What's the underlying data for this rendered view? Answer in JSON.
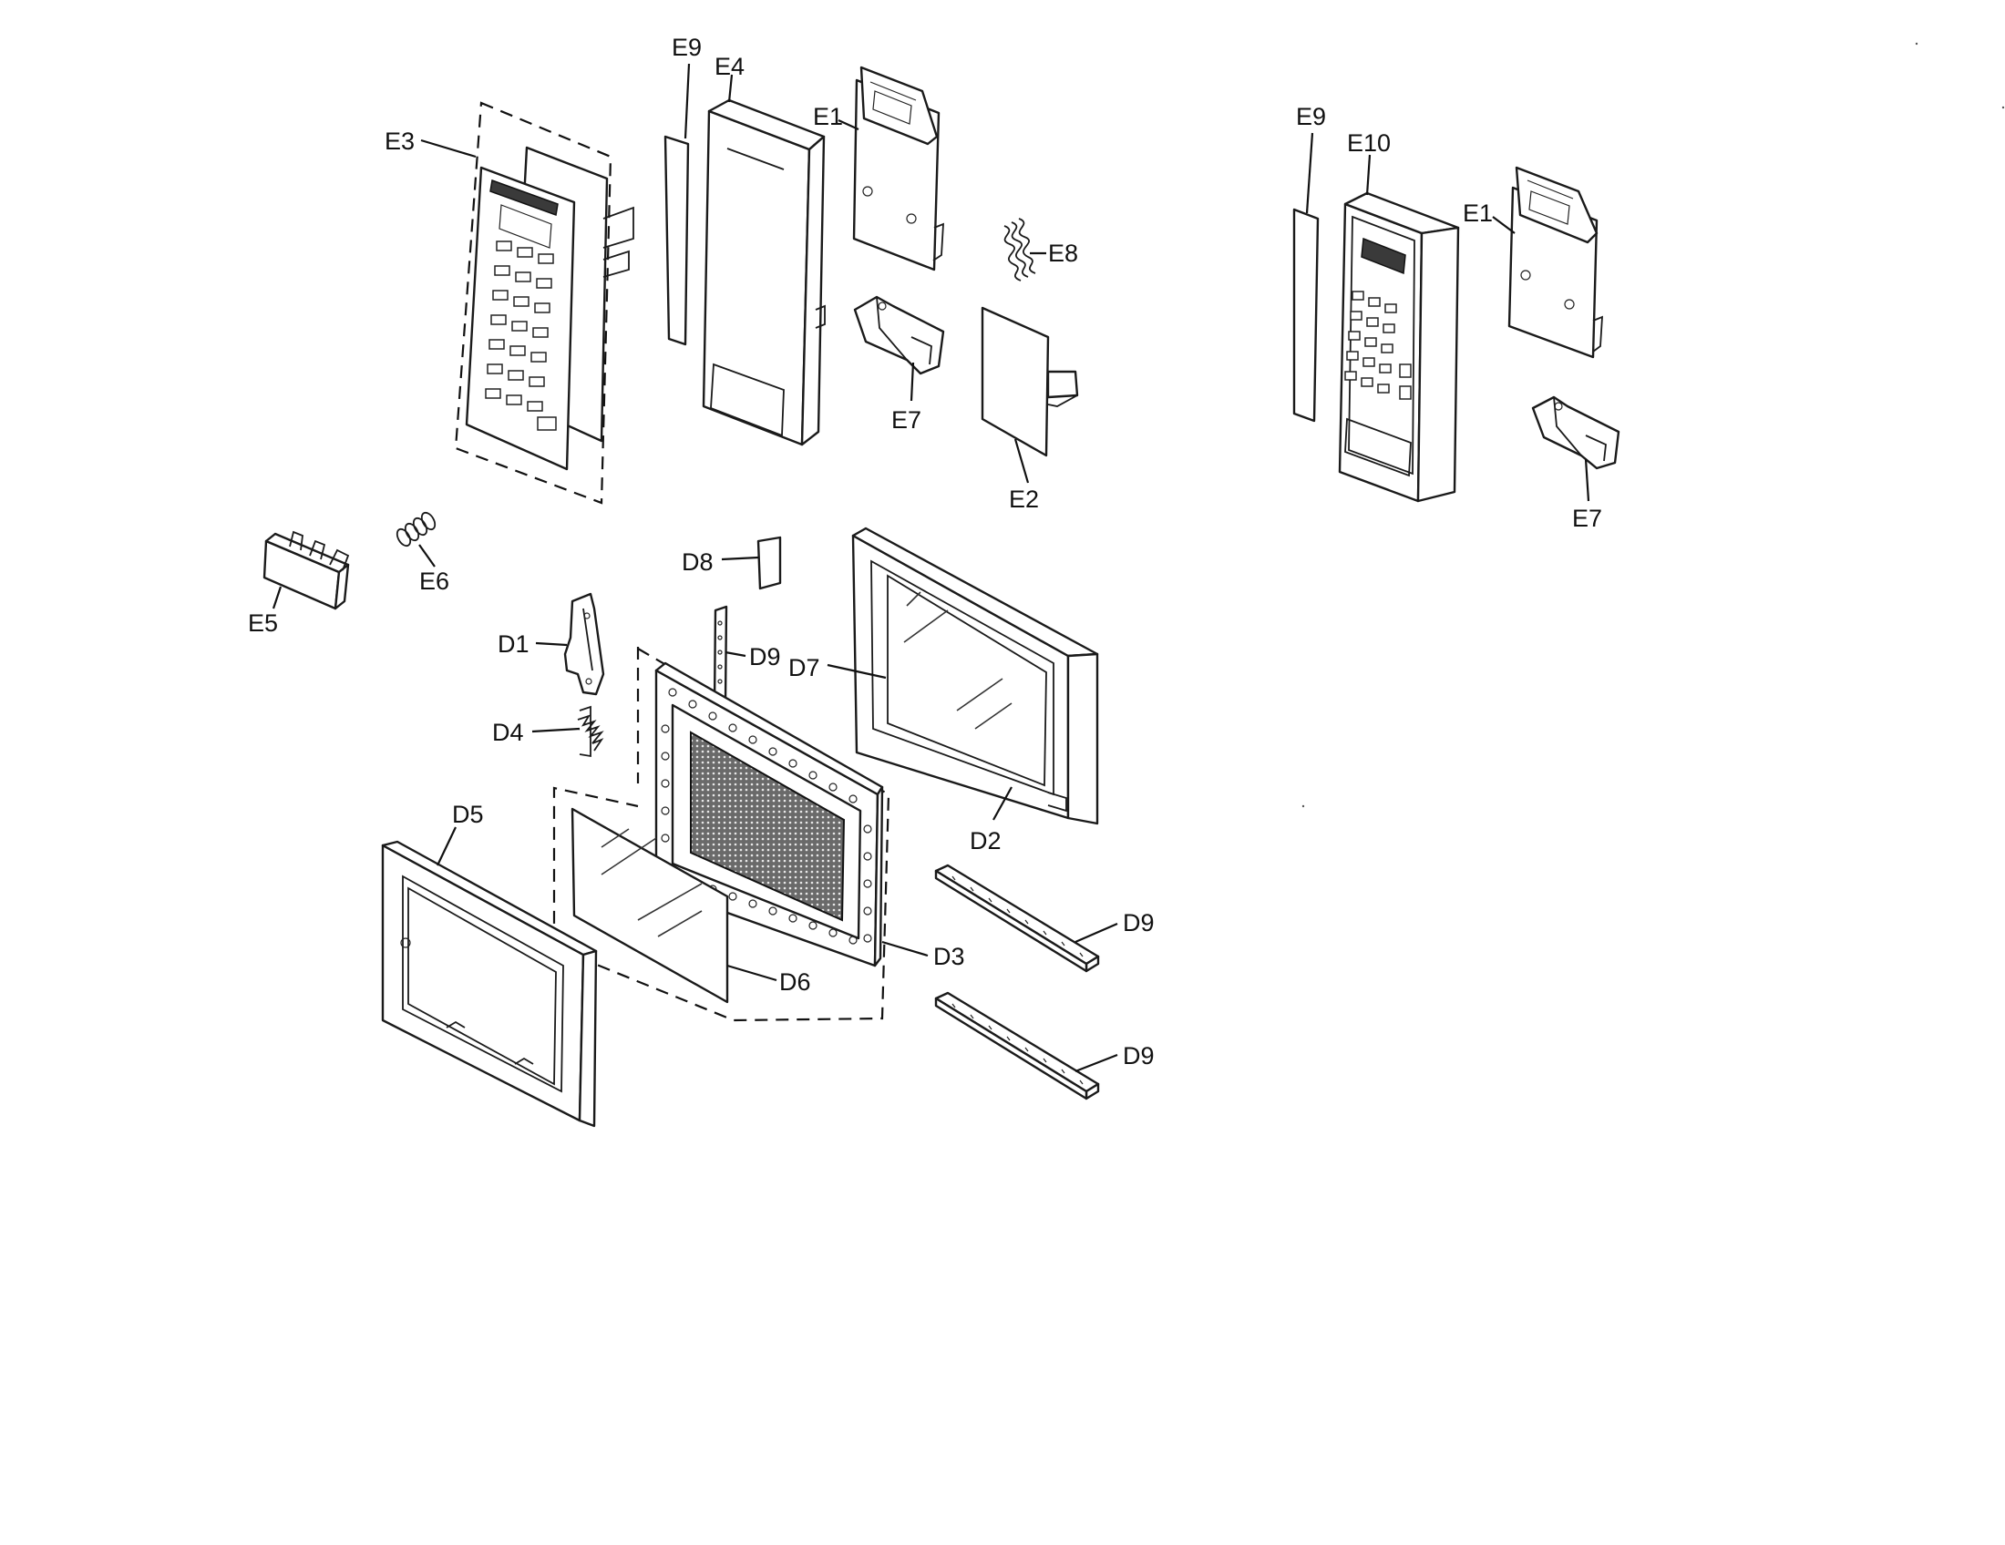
{
  "labels": {
    "E3": "E3",
    "E9a": "E9",
    "E4": "E4",
    "E1a": "E1",
    "E8": "E8",
    "E7a": "E7",
    "E2": "E2",
    "E9b": "E9",
    "E10": "E10",
    "E1b": "E1",
    "E7b": "E7",
    "E5": "E5",
    "E6": "E6",
    "D8": "D8",
    "D1": "D1",
    "D9a": "D9",
    "D7": "D7",
    "D4": "D4",
    "D5": "D5",
    "D2": "D2",
    "D3": "D3",
    "D6": "D6",
    "D9b": "D9",
    "D9c": "D9"
  }
}
